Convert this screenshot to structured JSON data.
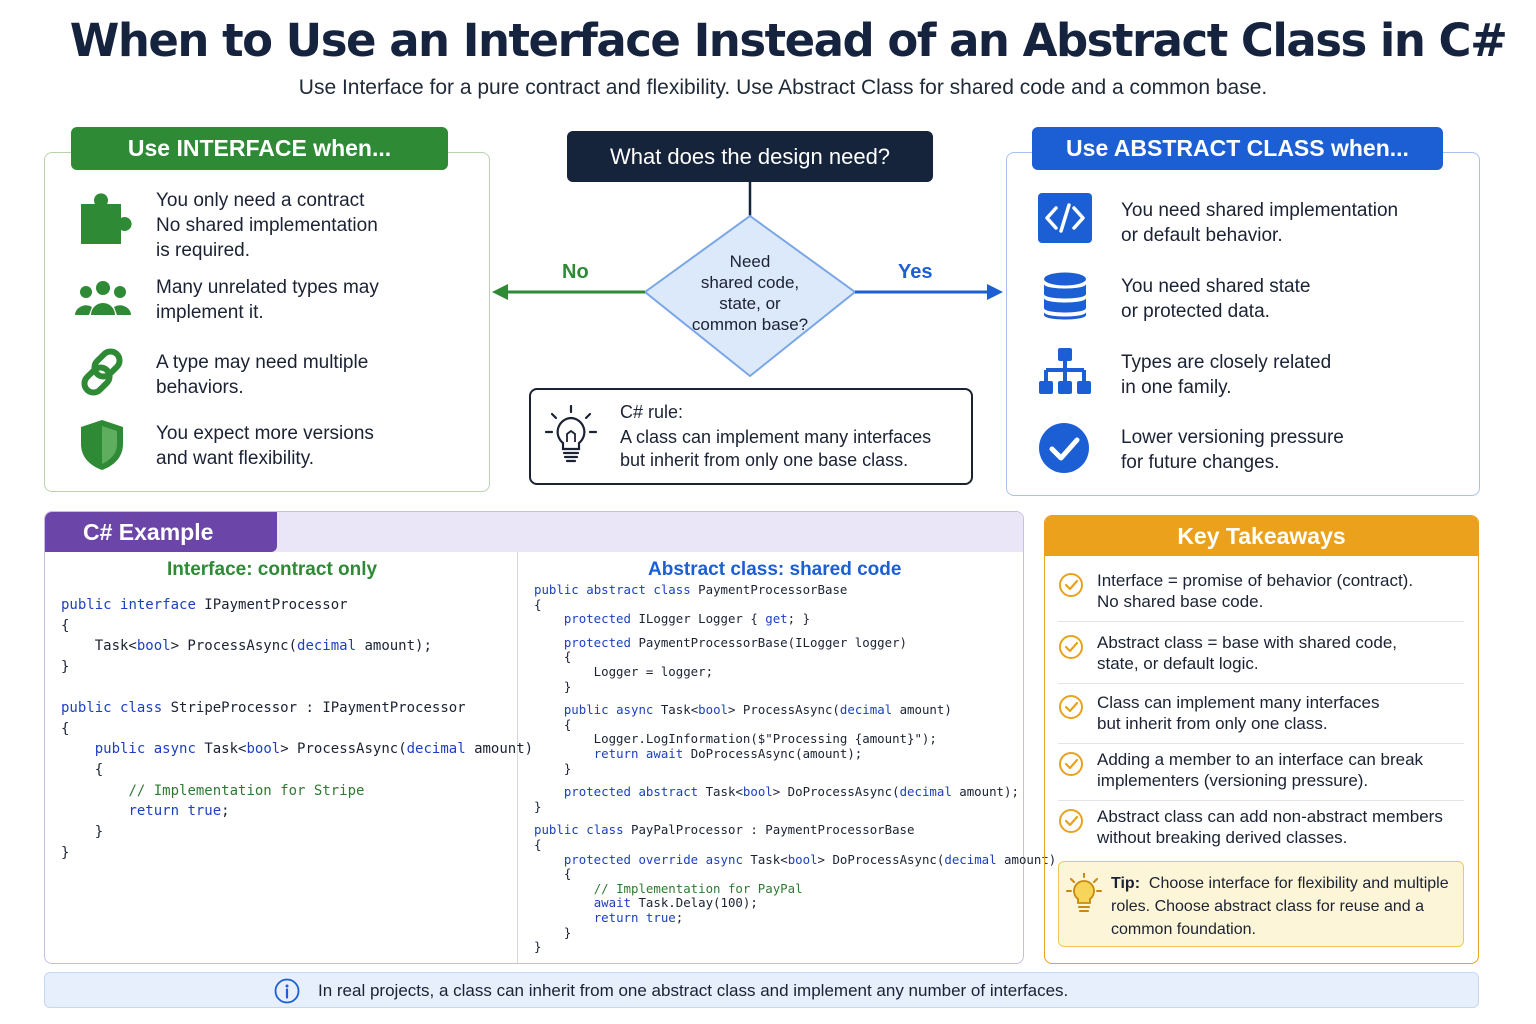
{
  "title": "When to Use an Interface Instead of an Abstract Class in C#",
  "subtitle": "Use Interface for a pure contract and flexibility. Use Abstract Class for shared code and a common base.",
  "interface_panel": {
    "heading": "Use INTERFACE when...",
    "items": [
      {
        "icon": "puzzle-icon",
        "text": "You only need a contract\nNo shared implementation\nis required."
      },
      {
        "icon": "people-icon",
        "text": "Many unrelated types may\nimplement it."
      },
      {
        "icon": "link-icon",
        "text": "A type may need multiple\nbehaviors."
      },
      {
        "icon": "shield-icon",
        "text": "You expect more versions\nand want flexibility."
      }
    ],
    "accent": "#2f8a36"
  },
  "abstract_panel": {
    "heading": "Use ABSTRACT CLASS when...",
    "items": [
      {
        "icon": "code-icon",
        "text": "You need shared implementation\nor default behavior."
      },
      {
        "icon": "database-icon",
        "text": "You need shared state\nor protected data."
      },
      {
        "icon": "hierarchy-icon",
        "text": "Types are closely related\nin one family."
      },
      {
        "icon": "check-circle-icon",
        "text": "Lower versioning pressure\nfor future changes."
      }
    ],
    "accent": "#1c5fd4"
  },
  "flow": {
    "question": "What does the design need?",
    "decision": "Need\nshared code,\nstate, or\ncommon base?",
    "no_label": "No",
    "yes_label": "Yes"
  },
  "rule": {
    "icon": "lightbulb-icon",
    "title": "C# rule:",
    "text": "A class can implement many interfaces\nbut inherit from only one base class."
  },
  "example": {
    "heading": "C# Example",
    "interface_heading": "Interface: contract only",
    "abstract_heading": "Abstract class: shared code",
    "interface_code": [
      "public interface IPaymentProcessor",
      "{",
      "    Task<bool> ProcessAsync(decimal amount);",
      "}",
      "",
      "public class StripeProcessor : IPaymentProcessor",
      "{",
      "    public async Task<bool> ProcessAsync(decimal amount)",
      "    {",
      "        // Implementation for Stripe",
      "        return true;",
      "    }",
      "}"
    ],
    "abstract_code": [
      "public abstract class PaymentProcessorBase",
      "{",
      "    protected ILogger Logger { get; }",
      "",
      "    protected PaymentProcessorBase(ILogger logger)",
      "    {",
      "        Logger = logger;",
      "    }",
      "",
      "    public async Task<bool> ProcessAsync(decimal amount)",
      "    {",
      "        Logger.LogInformation($\"Processing {amount}\");",
      "        return await DoProcessAsync(amount);",
      "    }",
      "",
      "    protected abstract Task<bool> DoProcessAsync(decimal amount);",
      "}",
      "",
      "public class PayPalProcessor : PaymentProcessorBase",
      "{",
      "    protected override async Task<bool> DoProcessAsync(decimal amount)",
      "    {",
      "        // Implementation for PayPal",
      "        await Task.Delay(100);",
      "        return true;",
      "    }",
      "}"
    ]
  },
  "takeaways": {
    "heading": "Key Takeaways",
    "items": [
      "Interface = promise of behavior (contract).\nNo shared base code.",
      "Abstract class = base with shared code,\nstate, or default logic.",
      "Class can implement many interfaces\nbut inherit from only one class.",
      "Adding a member to an interface can break\nimplementers (versioning pressure).",
      "Abstract class can add non-abstract members\nwithout breaking derived classes."
    ],
    "tip_label": "Tip:",
    "tip_text": "Choose interface for flexibility and multiple roles. Choose abstract class for reuse and a common foundation."
  },
  "footer": {
    "icon": "info-icon",
    "text": "In real projects, a class can inherit from one abstract class and implement any number of interfaces."
  }
}
